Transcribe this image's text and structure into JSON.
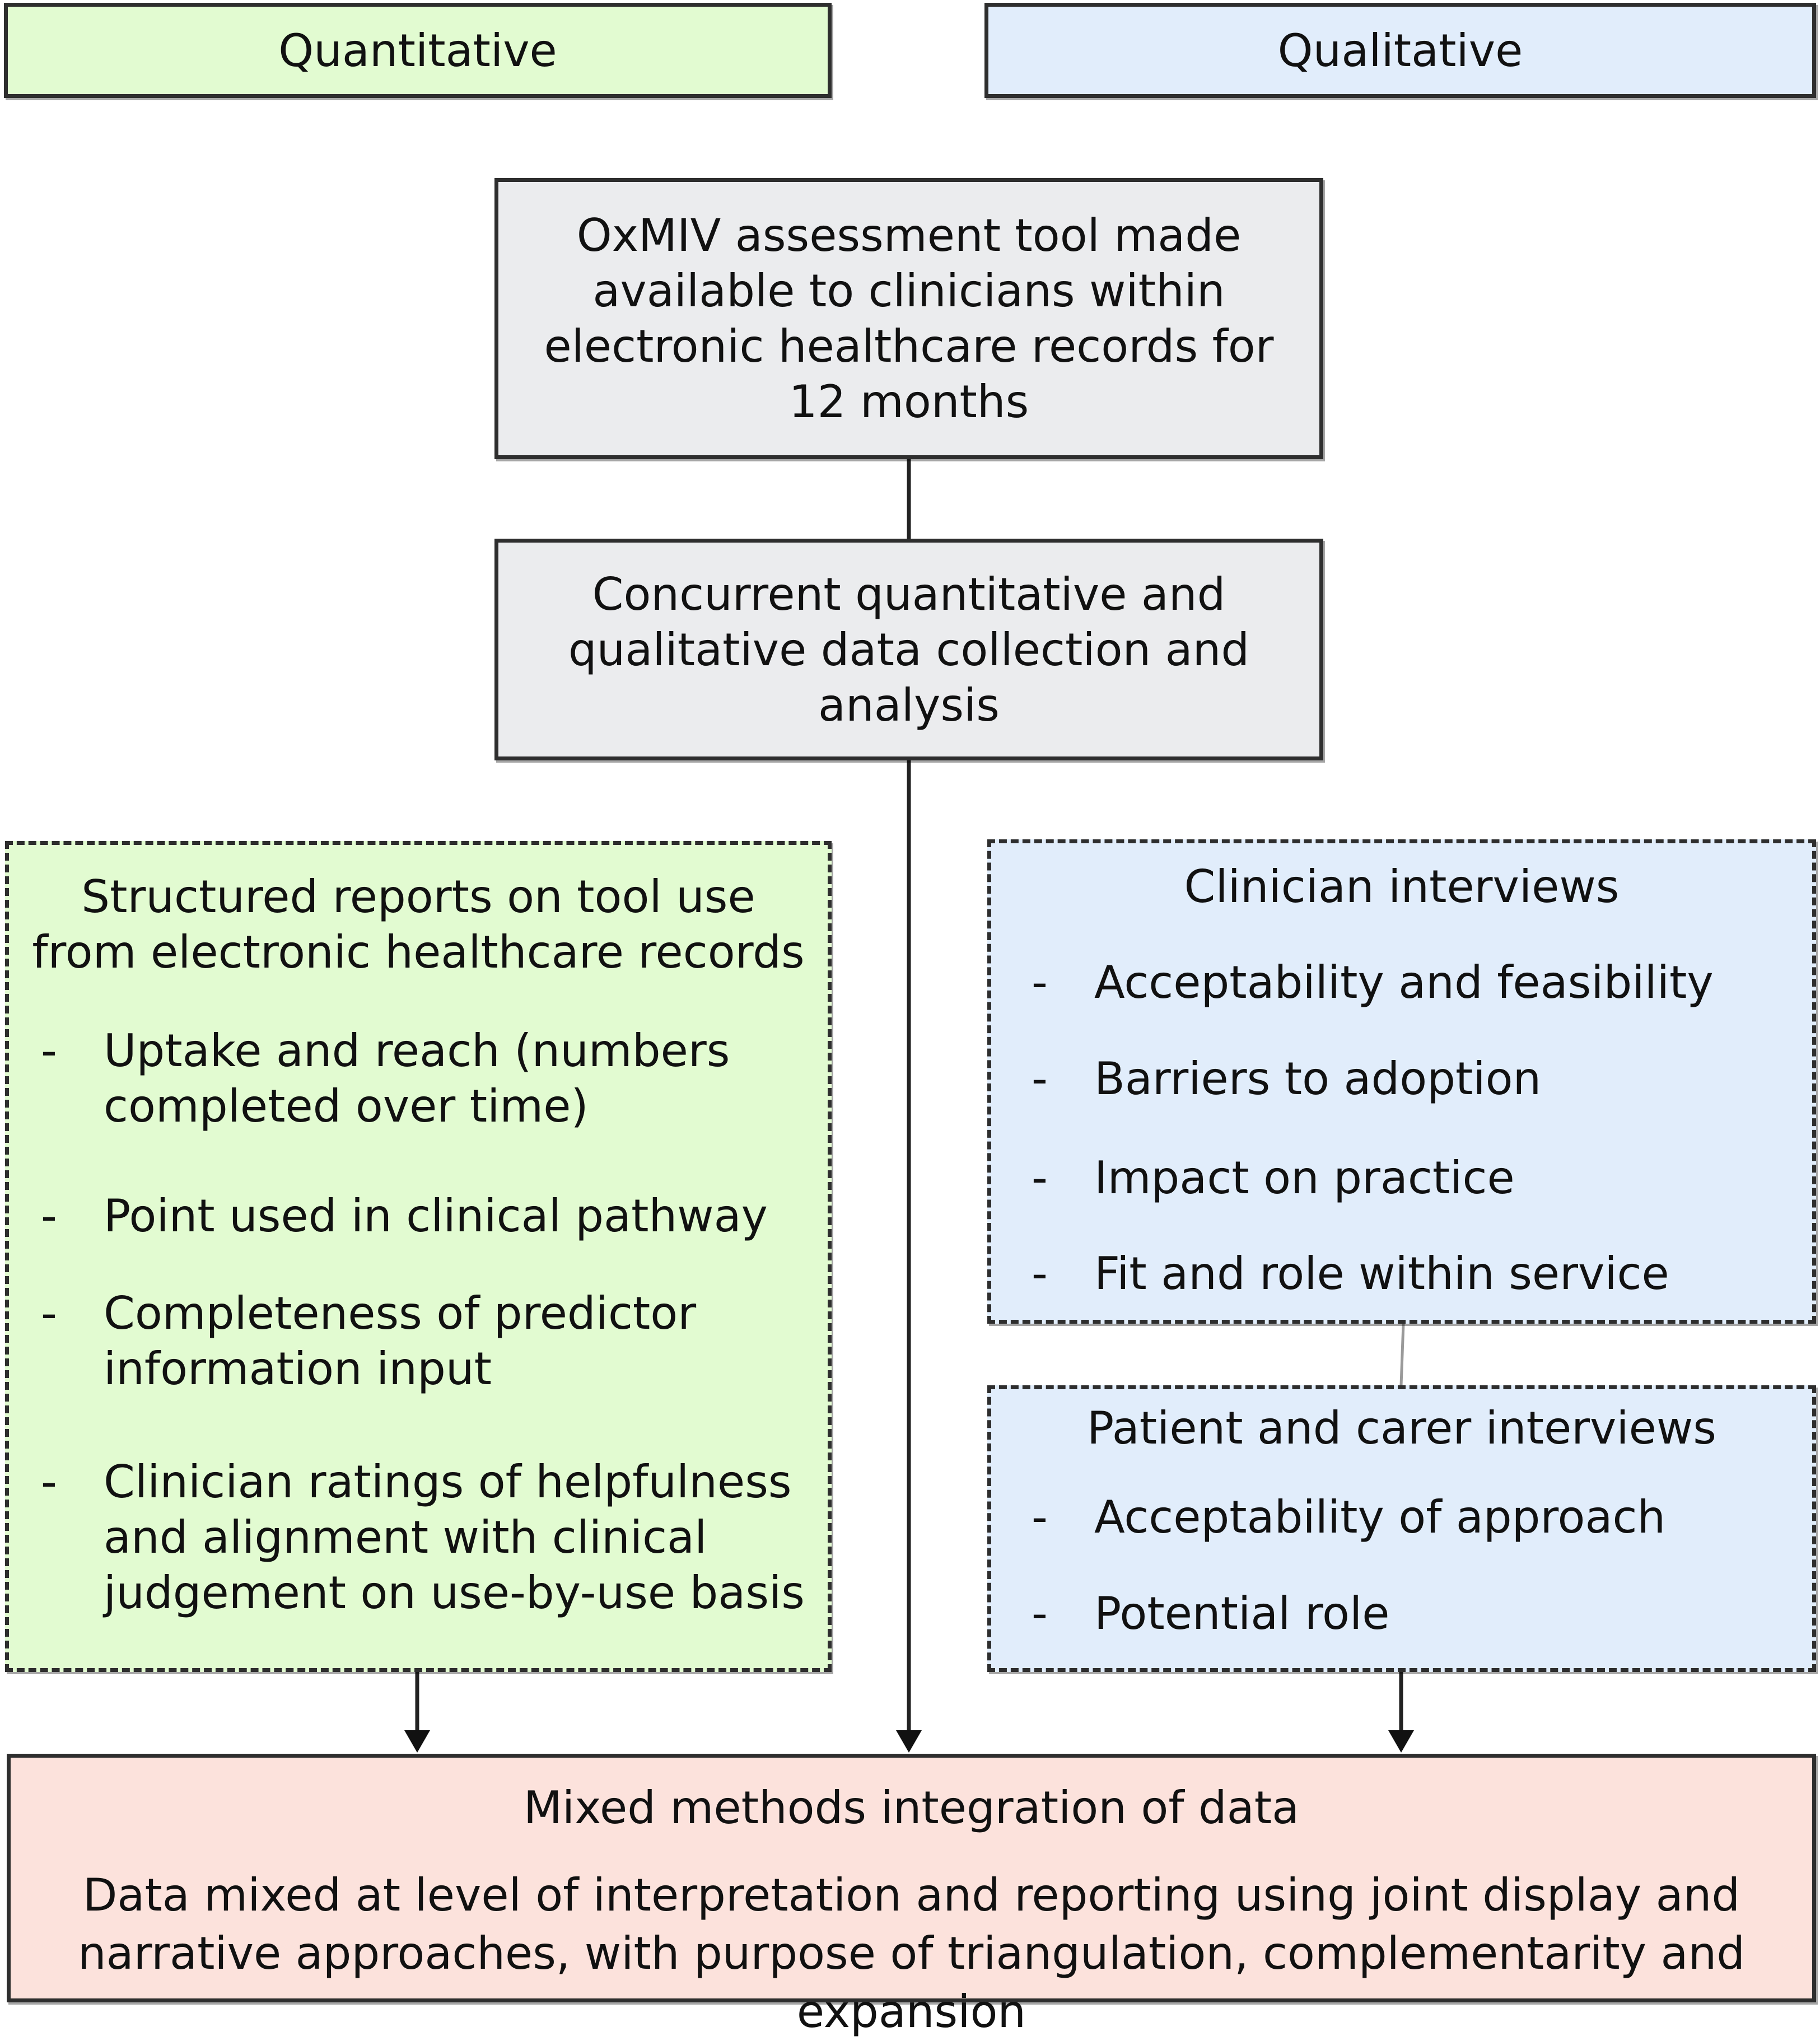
{
  "headers": {
    "left": "Quantitative",
    "right": "Qualitative"
  },
  "flow": {
    "tool_box": "OxMIV assessment tool made available to clinicians within electronic healthcare records for 12 months",
    "concurrent_box": "Concurrent quantitative and qualitative data collection and analysis"
  },
  "structured_reports": {
    "title": "Structured reports on tool use from electronic healthcare records",
    "dash": "-",
    "items": [
      "Uptake and reach (numbers completed over time)",
      "Point used in clinical pathway",
      "Completeness of predictor information input",
      "Clinician ratings of helpfulness and alignment with clinical judgement on use-by-use basis"
    ]
  },
  "clinician_interviews": {
    "title": "Clinician interviews",
    "items": [
      "Acceptability and feasibility",
      "Barriers to adoption",
      "Impact on practice",
      "Fit and role within service"
    ]
  },
  "patient_interviews": {
    "title": "Patient and carer interviews",
    "items": [
      "Acceptability of approach",
      "Potential role"
    ]
  },
  "integration": {
    "title": "Mixed methods integration of data",
    "body": "Data mixed at level of interpretation and reporting using joint display and narrative approaches, with purpose of triangulation, complementarity and expansion"
  }
}
